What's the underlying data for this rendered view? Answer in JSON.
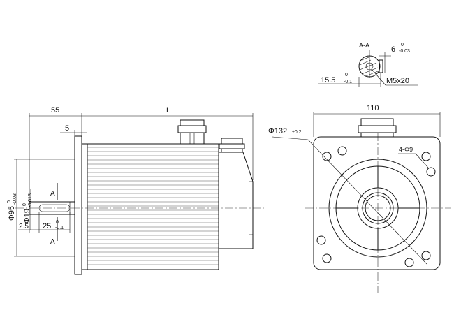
{
  "side_view": {
    "dim_flange_length": "55",
    "dim_flange_thickness": "5",
    "dim_body_length": "L",
    "dim_flange_dia": "Φ95",
    "dim_flange_dia_tol_upper": "0",
    "dim_flange_dia_tol_lower": "-0.03",
    "dim_shaft_dia": "Φ19",
    "dim_shaft_dia_tol_upper": "0",
    "dim_shaft_dia_tol_lower": "-0.013",
    "dim_key_offset": "2.5",
    "dim_key_length": "25",
    "dim_key_length_tol_upper": "0",
    "dim_key_length_tol_lower": "-0.1",
    "section_mark_top": "A",
    "section_mark_bottom": "A"
  },
  "section_view": {
    "label": "A-A",
    "dim_key_width": "6",
    "dim_key_width_tol_upper": "0",
    "dim_key_width_tol_lower": "-0.03",
    "dim_key_depth": "15.5",
    "dim_key_depth_tol_upper": "0",
    "dim_key_depth_tol_lower": "-0.1",
    "thread": "M5x20"
  },
  "front_view": {
    "dim_width": "110",
    "dim_pcd": "Φ132",
    "dim_pcd_tol": "±0.2",
    "dim_holes": "4-Φ9"
  }
}
